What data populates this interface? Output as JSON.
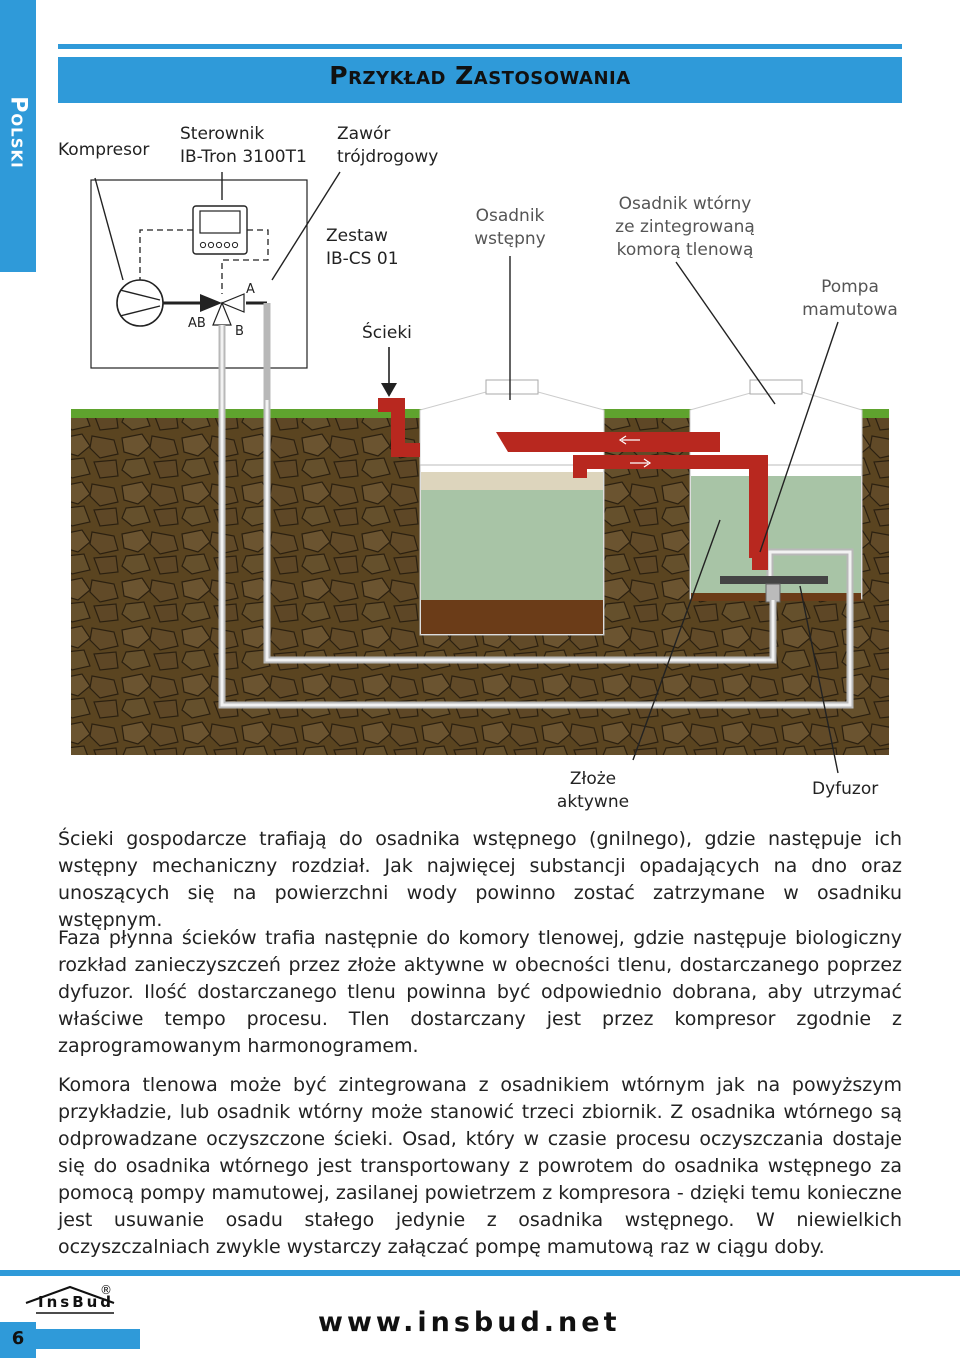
{
  "side_tab": {
    "label": "Polski"
  },
  "title": "Przykład Zastosowania",
  "labels": {
    "kompresor": "Kompresor",
    "sterownik_line1": "Sterownik",
    "sterownik_line2": "IB-Tron 3100T1",
    "zawor_line1": "Zawór",
    "zawor_line2": "trójdrogowy",
    "zestaw_line1": "Zestaw",
    "zestaw_line2": "IB-CS 01",
    "osadnik_wstepny_line1": "Osadnik",
    "osadnik_wstepny_line2": "wstępny",
    "osadnik_wtorny_line1": "Osadnik wtórny",
    "osadnik_wtorny_line2": "ze zintegrowaną",
    "osadnik_wtorny_line3": "komorą tlenową",
    "pompa_line1": "Pompa",
    "pompa_line2": "mamutowa",
    "scieki": "Ścieki",
    "zloze_line1": "Złoże",
    "zloze_line2": "aktywne",
    "dyfuzor": "Dyfuzor",
    "valve_a": "A",
    "valve_b": "B",
    "valve_ab": "AB"
  },
  "paragraphs": [
    "Ścieki gospodarcze trafiają do osadnika wstępnego (gnilnego), gdzie następuje ich wstępny mechaniczny rozdział. Jak najwięcej substancji opadających na dno oraz unoszących się na powierzchni wody powinno zostać zatrzymane w osadniku wstępnym.",
    "Faza płynna ścieków trafia następnie do komory tlenowej, gdzie następuje biologiczny rozkład zanieczyszczeń przez złoże aktywne w obecności tlenu, dostarczanego poprzez dyfuzor. Ilość dostarczanego tlenu powinna być odpowiednio dobrana, aby utrzymać właściwe tempo procesu. Tlen dostarczany jest przez kompresor zgodnie z zaprogramowanym harmonogramem.",
    "Komora tlenowa może być zintegrowana z osadnikiem wtórnym jak na powyższym przykładzie, lub osadnik wtórny może stanowić trzeci zbiornik. Z osadnika wtórnego są odprowadzane oczyszczone ścieki. Osad, który w czasie procesu oczyszczania dostaje się do osadnika wtórnego jest transportowany z powrotem do osadnika wstępnego za pomocą pompy mamutowej, zasilanej powietrzem z kompresora - dzięki temu konieczne jest usuwanie osadu stałego jedynie z osadnika wstępnego. W niewielkich oczyszczalniach zwykle wystarczy załączać pompę mamutową raz w ciągu doby."
  ],
  "footer": {
    "page_number": "6",
    "url": "www.insbud.net",
    "logo_text": "InsBud",
    "logo_reg": "®"
  },
  "colors": {
    "accent": "#2f9ad9",
    "soil": "#5a4420",
    "grass": "#5fa32e",
    "pipe_red": "#b8281f",
    "water": "#a8c4a6",
    "sludge": "#6b3c18"
  }
}
